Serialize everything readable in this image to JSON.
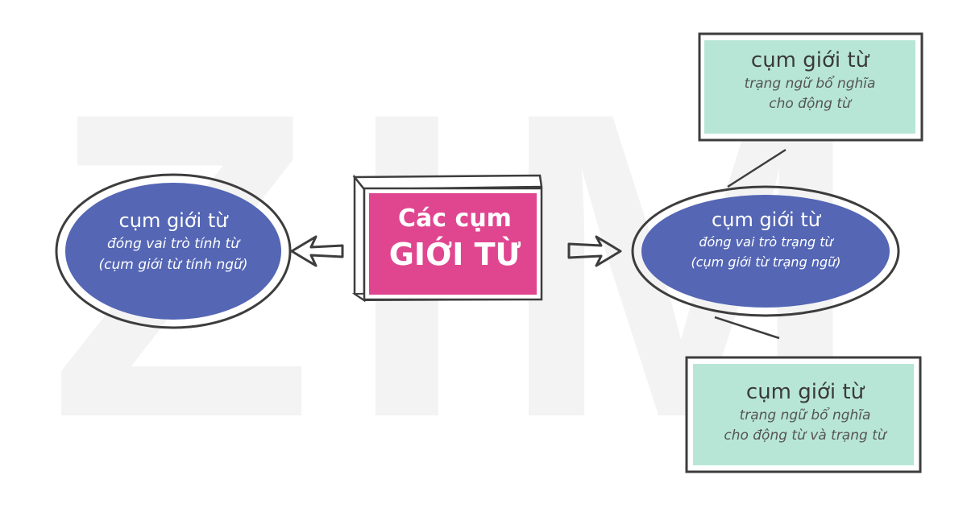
{
  "watermark": "ZIM",
  "center": {
    "line1": "Các cụm",
    "line2": "GIỚI TỪ"
  },
  "left_node": {
    "title": "cụm giới từ",
    "line1": "đóng vai trò tính từ",
    "line2": "(cụm giới từ tính ngữ)"
  },
  "right_node": {
    "title": "cụm giới từ",
    "line1": "đóng vai trò trạng từ",
    "line2": "(cụm giới từ trạng ngữ)"
  },
  "top_box": {
    "title": "cụm giới từ",
    "line1": "trạng ngữ bổ nghĩa",
    "line2": "cho động từ"
  },
  "bottom_box": {
    "title": "cụm giới từ",
    "line1": "trạng ngữ bổ nghĩa",
    "line2": "cho động từ và trạng từ"
  },
  "colors": {
    "ellipse_fill": "#5466b4",
    "center_fill": "#e0468f",
    "box_fill": "#b8e6d6",
    "outline": "#3d3d3d"
  }
}
